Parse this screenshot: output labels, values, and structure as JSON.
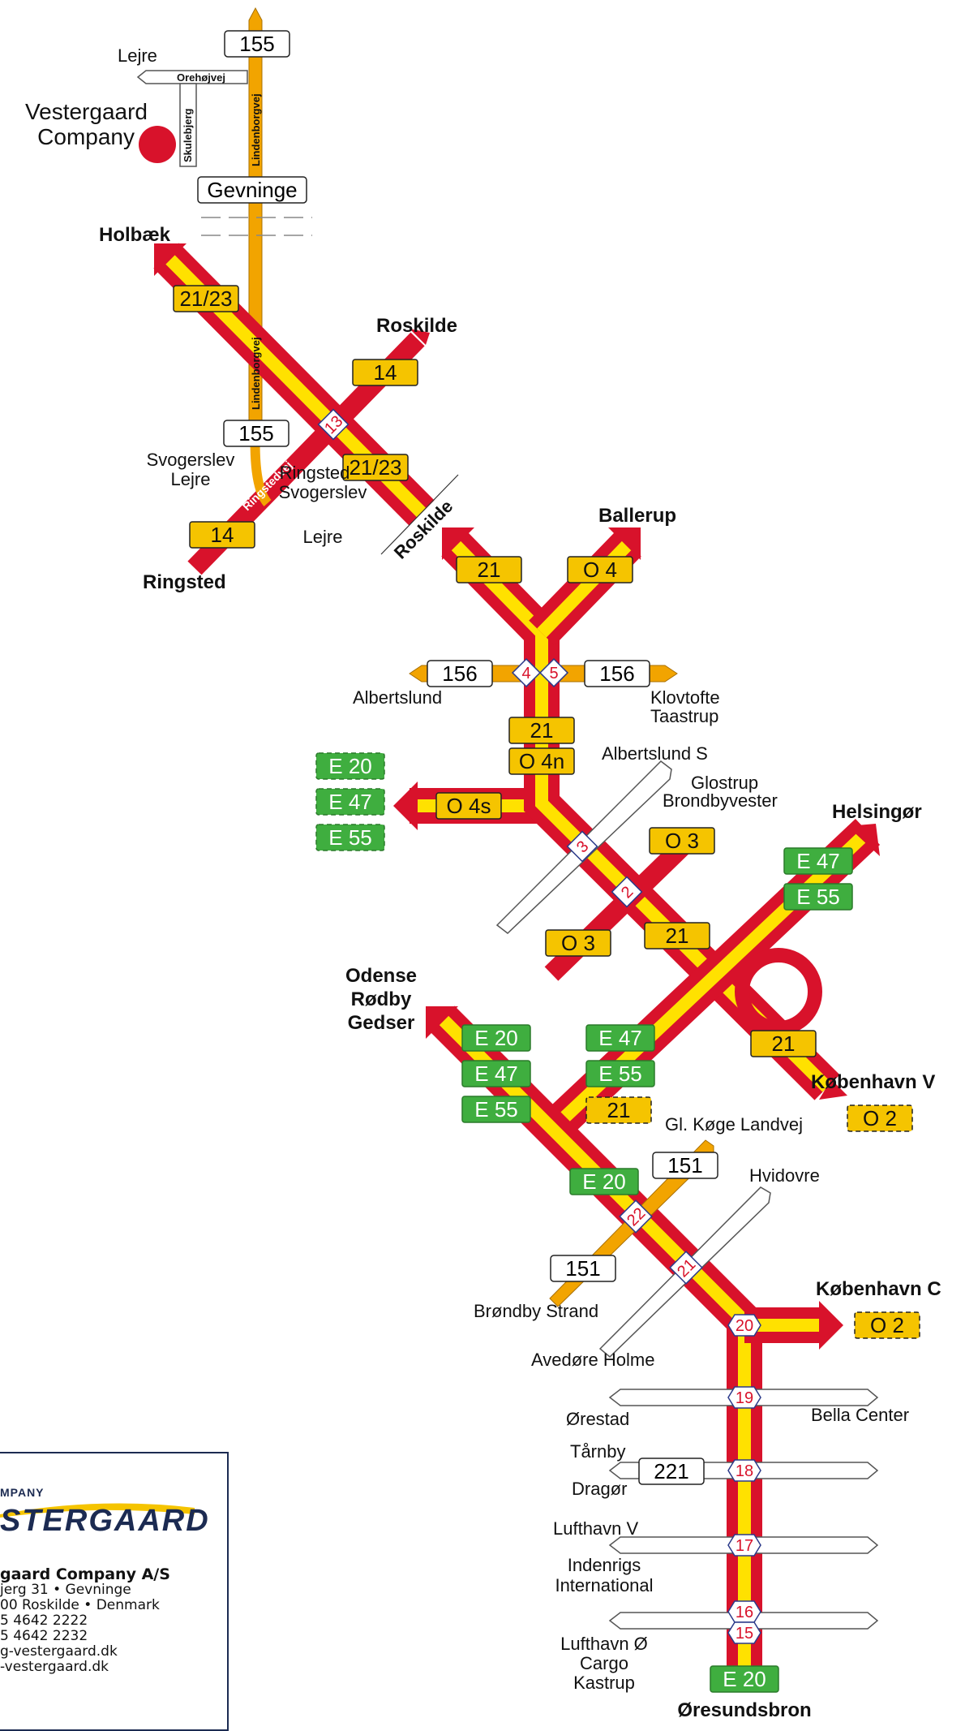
{
  "colors": {
    "motorway_red": "#d8122b",
    "motorway_yellow": "#ffe100",
    "orange_road": "#f2a400",
    "route_yellow": "#f5c400",
    "euro_green": "#3fae3f",
    "exit_red": "#d8122b",
    "brand_navy": "#1c2b52"
  },
  "company": {
    "name_line1": "Vestergaard",
    "name_line2": "Company",
    "logo_small": "MPANY",
    "logo_big": "STERGAARD",
    "address": [
      "gaard Company A/S",
      "jerg 31 • Gevninge",
      "00 Roskilde • Denmark",
      "5 4642 2222",
      "5 4642 2232",
      "g-vestergaard.dk",
      "-vestergaard.dk"
    ]
  },
  "roads": {
    "lindenborgvej": "Lindenborgvej",
    "orehojvej": "Orehøjvej",
    "skulebjerg": "Skulebjerg",
    "ringstedvej": "Ringstedvej",
    "roskilde_diag": "Roskilde"
  },
  "route_shields": {
    "r155_top": "155",
    "r155_mid": "155",
    "gevninge": "Gevninge",
    "r21_23_a": "21/23",
    "r14_a": "14",
    "r21_23_b": "21/23",
    "r14_b": "14",
    "r21_a": "21",
    "o4_a": "O 4",
    "r156_w": "156",
    "r156_e": "156",
    "r21_b": "21",
    "o4n": "O 4n",
    "o4s": "O 4s",
    "o3_a": "O 3",
    "o3_b": "O 3",
    "r21_c": "21",
    "r21_d": "21",
    "r21_e": "21",
    "o2_a": "O 2",
    "r151_a": "151",
    "r151_b": "151",
    "o2_b": "O 2",
    "r221": "221"
  },
  "euro_shields": {
    "e20_a": "E 20",
    "e47_a": "E 47",
    "e55_a": "E 55",
    "e47_b": "E 47",
    "e55_b": "E 55",
    "e20_b": "E 20",
    "e47_c": "E 47",
    "e55_c": "E 55",
    "e47_d": "E 47",
    "e55_d": "E 55",
    "e20_c": "E 20",
    "e20_d": "E 20"
  },
  "exits": [
    "13",
    "4",
    "5",
    "3",
    "2",
    "22",
    "21",
    "20",
    "19",
    "18",
    "17",
    "16",
    "15"
  ],
  "places": {
    "lejre_top": "Lejre",
    "holbaek": "Holbæk",
    "roskilde": "Roskilde",
    "svogerslev": "Svogerslev",
    "lejre_svog": "Lejre",
    "ringsted_sv_1": "Ringsted",
    "ringsted_sv_2": "Svogerslev",
    "ringsted_sv_3": "Lejre",
    "ringsted": "Ringsted",
    "ballerup": "Ballerup",
    "albertslund": "Albertslund",
    "klovtofte": "Klovtofte",
    "taastrup": "Taastrup",
    "albertslund_s": "Albertslund S",
    "glostrup": "Glostrup",
    "brondbyvester": "Brondbyvester",
    "helsingor": "Helsingør",
    "odense": "Odense",
    "rodby": "Rødby",
    "gedser": "Gedser",
    "kobenhavn_v": "København V",
    "gl_koge": "Gl. Køge Landvej",
    "hvidovre": "Hvidovre",
    "brondby_strand": "Brøndby Strand",
    "kobenhavn_c": "København C",
    "avedore": "Avedøre Holme",
    "orestad": "Ørestad",
    "bella": "Bella Center",
    "tarnby": "Tårnby",
    "dragor": "Dragør",
    "lufthavn_v": "Lufthavn V",
    "indenrigs": "Indenrigs",
    "international": "International",
    "lufthavn_o": "Lufthavn Ø",
    "cargo": "Cargo",
    "kastrup": "Kastrup",
    "oresundsbron": "Øresundsbron"
  }
}
